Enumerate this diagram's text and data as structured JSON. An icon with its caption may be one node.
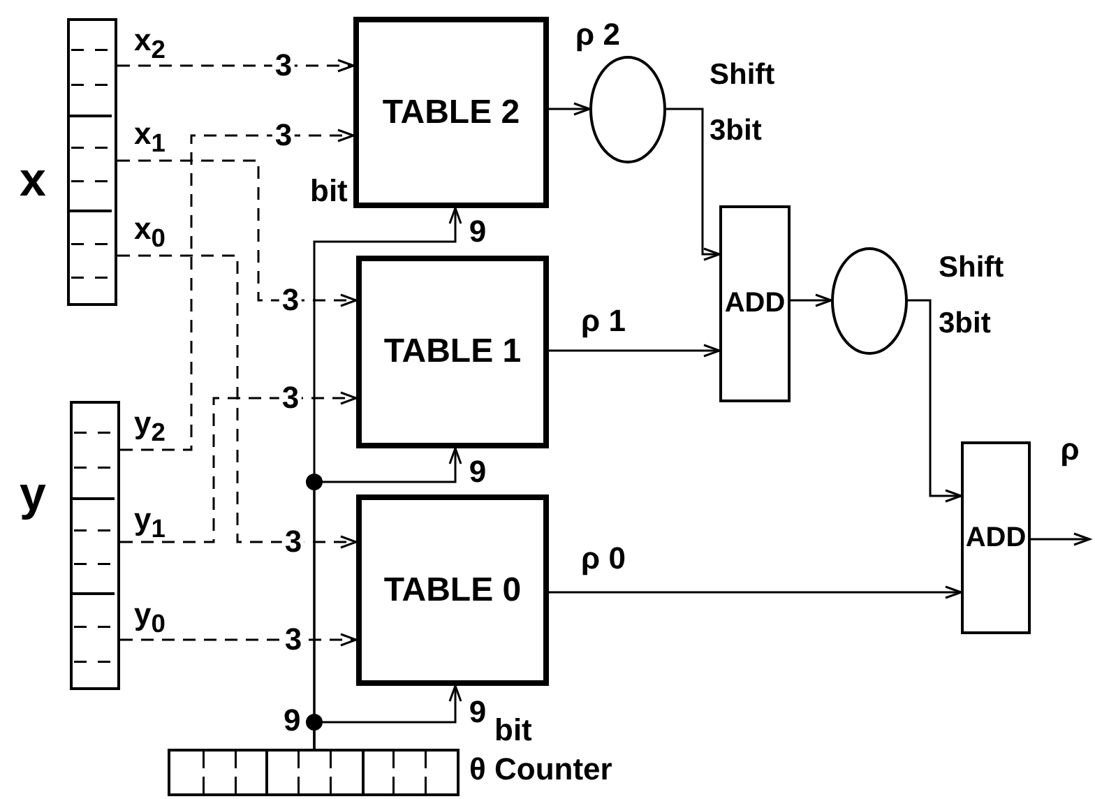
{
  "diagram": {
    "nodes": [
      {
        "text": [],
        "shape": "box",
        "beside": [
          "x"
        ]
      },
      {
        "text": [],
        "shape": "box",
        "beside": [
          "x$_{2}$"
        ],
        "in": 0
      },
      {
        "text": [],
        "shape": "box",
        "beside": [
          "x$_{1}$"
        ],
        "in": 0
      },
      {
        "text": [],
        "shape": "box",
        "beside": [
          "x$_{0}$"
        ],
        "in": 0
      },
      {
        "text": [],
        "shape": "box",
        "beside": [
          "y"
        ]
      },
      {
        "text": [],
        "shape": "box",
        "beside": [
          "y$_{2}$"
        ],
        "in": 4
      },
      {
        "text": [],
        "shape": "box",
        "beside": [
          "y$_{1}$"
        ],
        "in": 4
      },
      {
        "text": [],
        "shape": "box",
        "beside": [
          "y$_{0}$"
        ],
        "in": 4
      },
      {
        "text": [
          "TABLE 2"
        ]
      },
      {
        "text": [
          "TABLE 1"
        ]
      },
      {
        "text": [
          "TABLE 0"
        ]
      },
      {
        "text": [],
        "shape": "circle",
        "beside": [
          "Shift 3bit"
        ]
      },
      {
        "text": [
          "ADD"
        ]
      },
      {
        "text": [],
        "shape": "circle",
        "beside": [
          "Shift 3bit"
        ]
      },
      {
        "text": [
          "ADD"
        ]
      },
      {
        "text": [],
        "shape": "box",
        "beside": [
          "θ Counter"
        ]
      }
    ],
    "edges": [
      {
        "from": 1,
        "to": 8,
        "arrow": "to",
        "label": "3",
        "style": "dashed"
      },
      {
        "from": 5,
        "to": 8,
        "arrow": "to",
        "label": "3",
        "style": "dashed"
      },
      {
        "from": 2,
        "to": 9,
        "arrow": "to",
        "label": "3",
        "style": "dashed"
      },
      {
        "from": 6,
        "to": 9,
        "arrow": "to",
        "label": "3",
        "style": "dashed"
      },
      {
        "from": 3,
        "to": 10,
        "arrow": "to",
        "label": "3",
        "style": "dashed"
      },
      {
        "from": 7,
        "to": 10,
        "arrow": "to",
        "label": "3",
        "style": "dashed"
      },
      {
        "from": 15,
        "to": 8,
        "arrow": "to",
        "label": "9"
      },
      {
        "from": 15,
        "to": 9,
        "arrow": "to",
        "label": "9"
      },
      {
        "from": 15,
        "to": 10,
        "arrow": "to",
        "label": "9"
      },
      {
        "from": 8,
        "to": 11,
        "arrow": "to",
        "label": "ρ 2"
      },
      {
        "from": 11,
        "to": 12,
        "arrow": "to"
      },
      {
        "from": 9,
        "to": 12,
        "arrow": "to",
        "label": "ρ 1"
      },
      {
        "from": 12,
        "to": 13,
        "arrow": "to"
      },
      {
        "from": 13,
        "to": 14,
        "arrow": "to"
      },
      {
        "from": 10,
        "to": 14,
        "arrow": "to",
        "label": "ρ 0"
      },
      {
        "from": 14,
        "to": null,
        "arrow": "to",
        "label": "ρ"
      }
    ],
    "labels": [
      "bit",
      "9",
      "bit"
    ]
  }
}
